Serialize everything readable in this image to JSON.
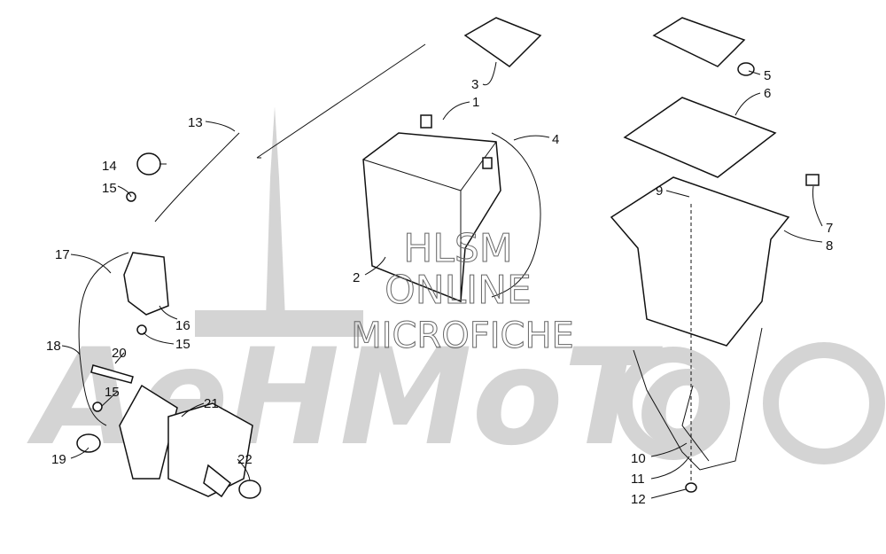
{
  "diagram": {
    "title": "Battery and starter motor exploded parts diagram",
    "callouts": [
      "1",
      "2",
      "3",
      "4",
      "5",
      "6",
      "7",
      "8",
      "9",
      "10",
      "11",
      "12",
      "13",
      "14",
      "15",
      "15",
      "15",
      "16",
      "17",
      "18",
      "19",
      "20",
      "21",
      "22"
    ]
  },
  "watermark": {
    "line1": "HLSM",
    "line2": "ONLINE",
    "line3": "MICROFICHE",
    "logo": "AeHMoTo"
  }
}
